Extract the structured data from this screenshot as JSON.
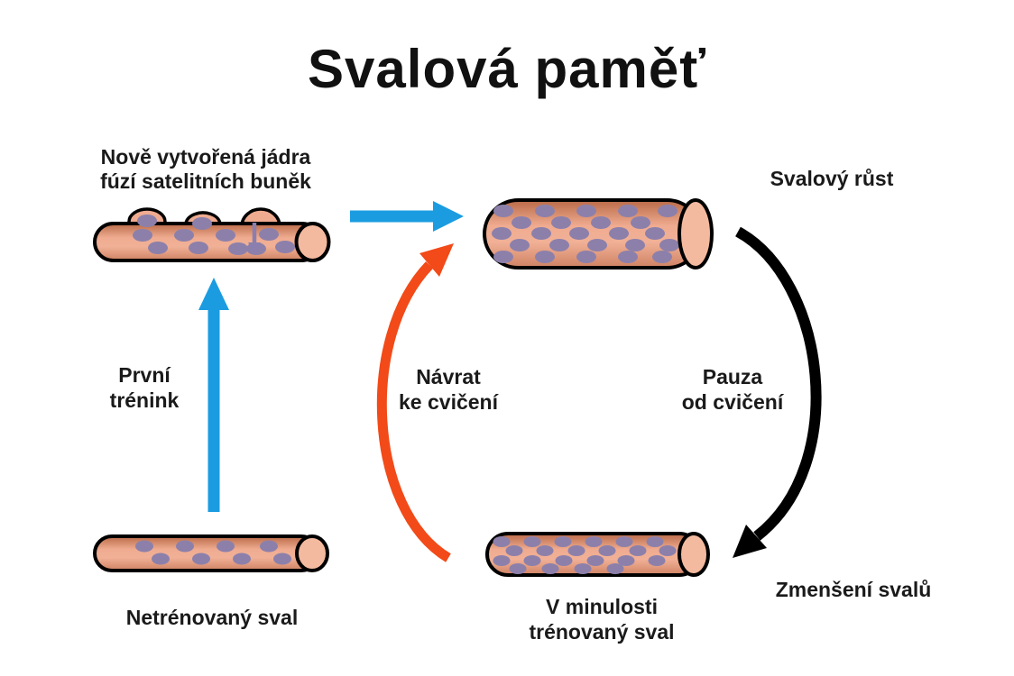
{
  "title": "Svalová paměť",
  "labels": {
    "new_nuclei": {
      "line1": "Nově vytvořená jádra",
      "line2": "fúzí satelitních buněk"
    },
    "muscle_growth": {
      "text": "Svalový růst"
    },
    "first_training": {
      "line1": "První",
      "line2": "trénink"
    },
    "return_to_exercise": {
      "line1": "Návrat",
      "line2": "ke cvičení"
    },
    "pause_from_exercise": {
      "line1": "Pauza",
      "line2": "od cvičení"
    },
    "untrained_muscle": {
      "text": "Netrénovaný sval"
    },
    "previously_trained_muscle": {
      "line1": "V minulosti",
      "line2": "trénovaný sval"
    },
    "muscle_shrinkage": {
      "text": "Zmenšení svalů"
    }
  },
  "figures": {
    "new_nuclei_fiber": {
      "satellite_cell_count": 3,
      "nuclei_count": 9
    },
    "grown_fiber": {
      "nuclei_count": 24
    },
    "untrained_fiber": {
      "nuclei_count": 8
    },
    "previously_trained_fiber": {
      "nuclei_count": 22
    }
  },
  "colors": {
    "background": "#ffffff",
    "title_text": "#111111",
    "label_text": "#1a1a1a",
    "arrow_blue": "#1b9ce1",
    "arrow_orange": "#f24a18",
    "arrow_black": "#000000",
    "nucleus_purple": "#8c80ab",
    "insertion_arrow_purple": "#8a7fae",
    "fiber_outline": "#000000",
    "fiber_shade_top": "#b96a47",
    "fiber_light": "#efab90",
    "fiber_light2": "#f1b197",
    "fiber_shade_bottom": "#cf8263",
    "fiber_cap": "#f4ba9f"
  }
}
